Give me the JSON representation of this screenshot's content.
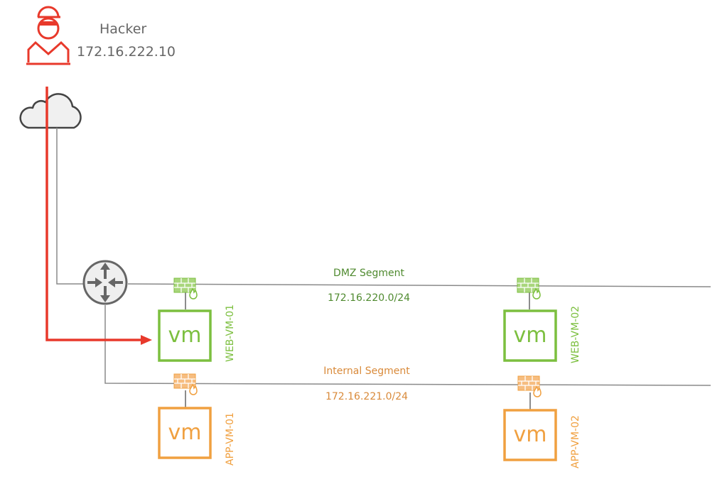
{
  "hacker": {
    "name": "Hacker",
    "ip": "172.16.222.10",
    "icon": "hacker-icon"
  },
  "cloud": {
    "icon": "cloud-icon"
  },
  "router": {
    "icon": "router-icon"
  },
  "segments": [
    {
      "id": "dmz",
      "name": "DMZ Segment",
      "cidr": "172.16.220.0/24",
      "color": "#4f8a2f"
    },
    {
      "id": "internal",
      "name": "Internal Segment",
      "cidr": "172.16.221.0/24",
      "color": "#d98a3a"
    }
  ],
  "vms": [
    {
      "name": "WEB-VM-01",
      "badge": "vm",
      "segment": "dmz",
      "color": "#7cbf3f"
    },
    {
      "name": "WEB-VM-02",
      "badge": "vm",
      "segment": "dmz",
      "color": "#7cbf3f"
    },
    {
      "name": "APP-VM-01",
      "badge": "vm",
      "segment": "internal",
      "color": "#f0a040"
    },
    {
      "name": "APP-VM-02",
      "badge": "vm",
      "segment": "internal",
      "color": "#f0a040"
    }
  ],
  "firewall_icon": "firewall-icon",
  "colors": {
    "attack_path": "#e8392b",
    "line": "#8a8a8a",
    "hacker_text": "#666666",
    "web_green": "#7cbf3f",
    "app_orange": "#f0a040"
  }
}
